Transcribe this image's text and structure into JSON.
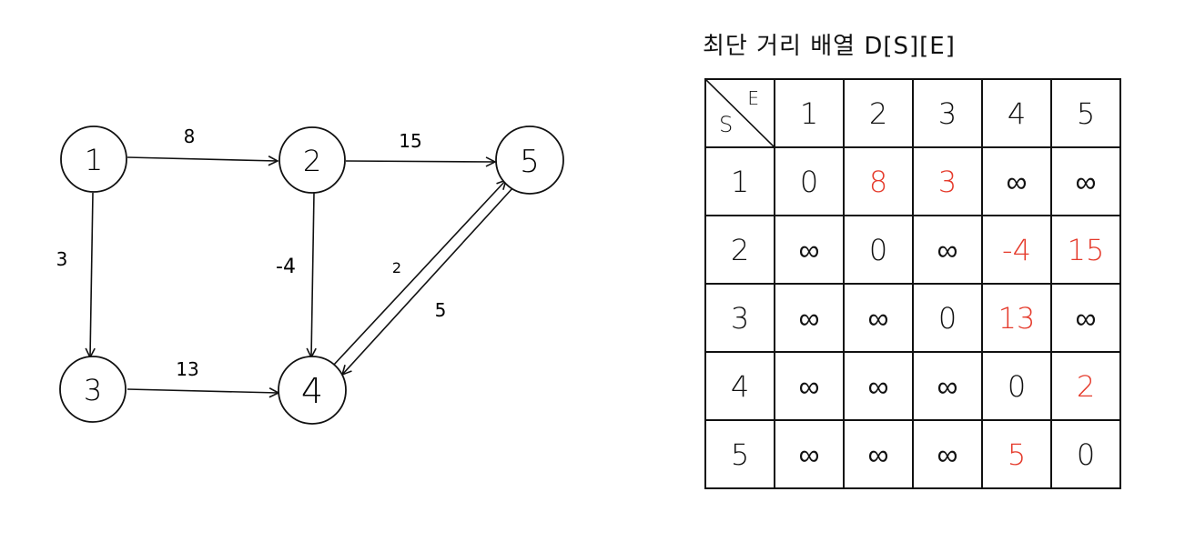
{
  "graph": {
    "nodes": [
      {
        "id": "1",
        "label": "1"
      },
      {
        "id": "2",
        "label": "2"
      },
      {
        "id": "3",
        "label": "3"
      },
      {
        "id": "4",
        "label": "4"
      },
      {
        "id": "5",
        "label": "5"
      }
    ],
    "edges": [
      {
        "from": "1",
        "to": "2",
        "weight": "8"
      },
      {
        "from": "2",
        "to": "5",
        "weight": "15"
      },
      {
        "from": "1",
        "to": "3",
        "weight": "3"
      },
      {
        "from": "2",
        "to": "4",
        "weight": "-4"
      },
      {
        "from": "3",
        "to": "4",
        "weight": "13"
      },
      {
        "from": "4",
        "to": "5",
        "weight": "2"
      },
      {
        "from": "5",
        "to": "4",
        "weight": "5"
      }
    ]
  },
  "table": {
    "title": "최단 거리 배열 D[S][E]",
    "corner_row_label": "S",
    "corner_col_label": "E",
    "col_headers": [
      "1",
      "2",
      "3",
      "4",
      "5"
    ],
    "rows": [
      {
        "header": "1",
        "cells": [
          "0",
          "8",
          "3",
          "∞",
          "∞"
        ]
      },
      {
        "header": "2",
        "cells": [
          "∞",
          "0",
          "∞",
          "-4",
          "15"
        ]
      },
      {
        "header": "3",
        "cells": [
          "∞",
          "∞",
          "0",
          "13",
          "∞"
        ]
      },
      {
        "header": "4",
        "cells": [
          "∞",
          "∞",
          "∞",
          "0",
          "2"
        ]
      },
      {
        "header": "5",
        "cells": [
          "∞",
          "∞",
          "∞",
          "5",
          "0"
        ]
      }
    ],
    "highlight_color": "#e53b2c",
    "highlighted": [
      [
        0,
        1
      ],
      [
        0,
        2
      ],
      [
        1,
        3
      ],
      [
        1,
        4
      ],
      [
        2,
        3
      ],
      [
        3,
        4
      ],
      [
        4,
        3
      ]
    ]
  }
}
